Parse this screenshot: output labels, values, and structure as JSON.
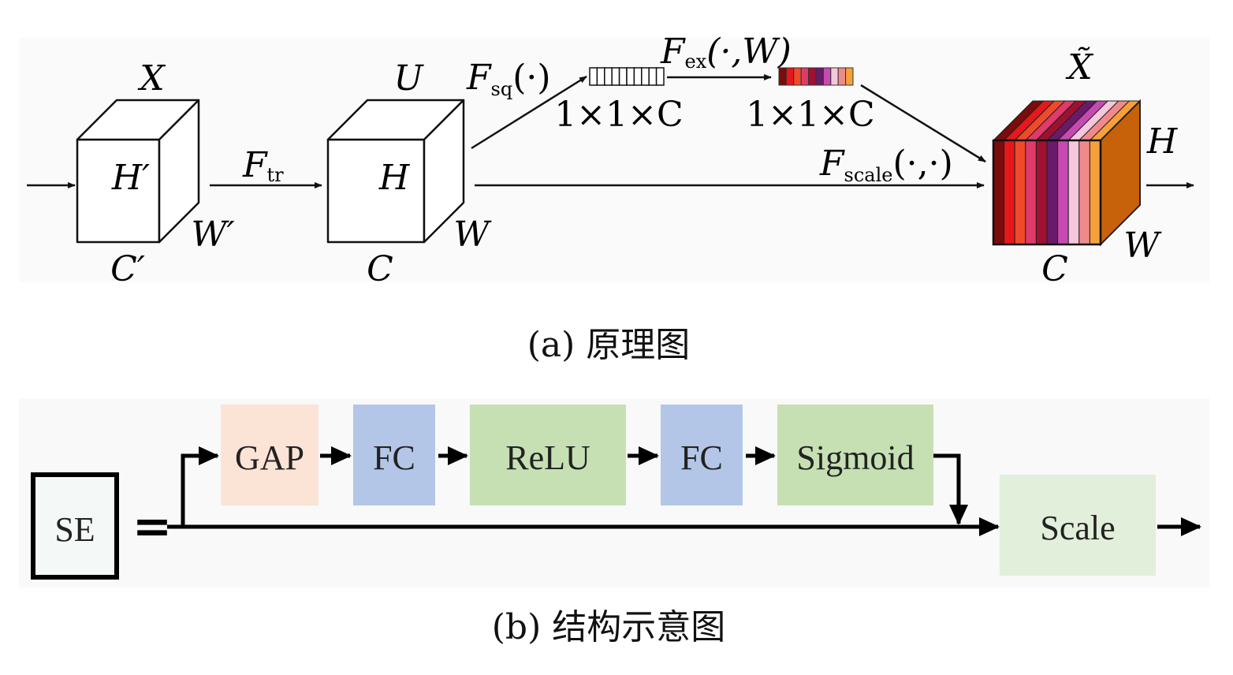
{
  "panel_a": {
    "caption": "(a) 原理图",
    "input_cube": {
      "top": "X",
      "center": "H′",
      "side": "W′",
      "bottom": "C′"
    },
    "transform": {
      "label": "F",
      "sub": "tr"
    },
    "mid_cube": {
      "top": "U",
      "center": "H",
      "side": "W",
      "bottom": "C"
    },
    "squeeze": {
      "label": "F",
      "sub": "sq",
      "args": "(·)"
    },
    "excite": {
      "label": "F",
      "sub": "ex",
      "args": "(·,W)"
    },
    "vec1_dims": "1×1×C",
    "vec2_dims": "1×1×C",
    "scale_op": {
      "label": "F",
      "sub": "scale",
      "args": "(·,·)"
    },
    "output_cube": {
      "top": "X̃",
      "side_top": "H",
      "side": "W",
      "bottom": "C"
    },
    "channel_colors": [
      "#7a0c0c",
      "#e8171b",
      "#f04a2a",
      "#e03a6a",
      "#a01030",
      "#6a1a6a",
      "#c64ab0",
      "#f5c6dc",
      "#f08a8a",
      "#f5a03a"
    ]
  },
  "panel_b": {
    "caption": "(b) 结构示意图",
    "se_label": "SE",
    "equals": "=",
    "blocks": [
      {
        "label": "GAP",
        "color": "#fbe4d6"
      },
      {
        "label": "FC",
        "color": "#b4c6e7"
      },
      {
        "label": "ReLU",
        "color": "#c6e0b4"
      },
      {
        "label": "FC",
        "color": "#b4c6e7"
      },
      {
        "label": "Sigmoid",
        "color": "#c6e0b4"
      }
    ],
    "scale_block": {
      "label": "Scale",
      "color": "#e2efda"
    }
  }
}
